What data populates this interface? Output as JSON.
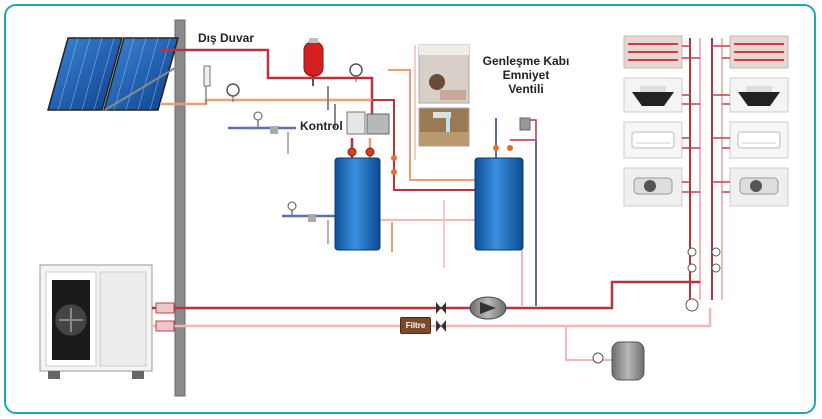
{
  "labels": {
    "outer_wall": "Dış Duvar",
    "control": "Kontrol",
    "expansion_tank": "Genleşme Kabı",
    "safety_valve": "Emniyet",
    "safety_valve_2": "Ventili",
    "filter": "Filtre"
  },
  "colors": {
    "border": "#1fa8ad",
    "hot_pipe": "#b8323c",
    "warm_pipe": "#e8a070",
    "cold_pipe": "#f2b8b8",
    "blue_pipe": "#5a6fb0",
    "tank": "#1f6fc0",
    "wall": "#8a8a8a",
    "expansion_vessel": "#d42020"
  },
  "icons": [
    "solar-panel-icon",
    "heat-pump-icon",
    "circulation-pump-icon",
    "valve-icon",
    "pressure-gauge-icon",
    "fan-coil-icon",
    "cassette-unit-icon",
    "underfloor-heating-icon",
    "radiator-icon",
    "faucet-icon",
    "bathtub-icon"
  ]
}
